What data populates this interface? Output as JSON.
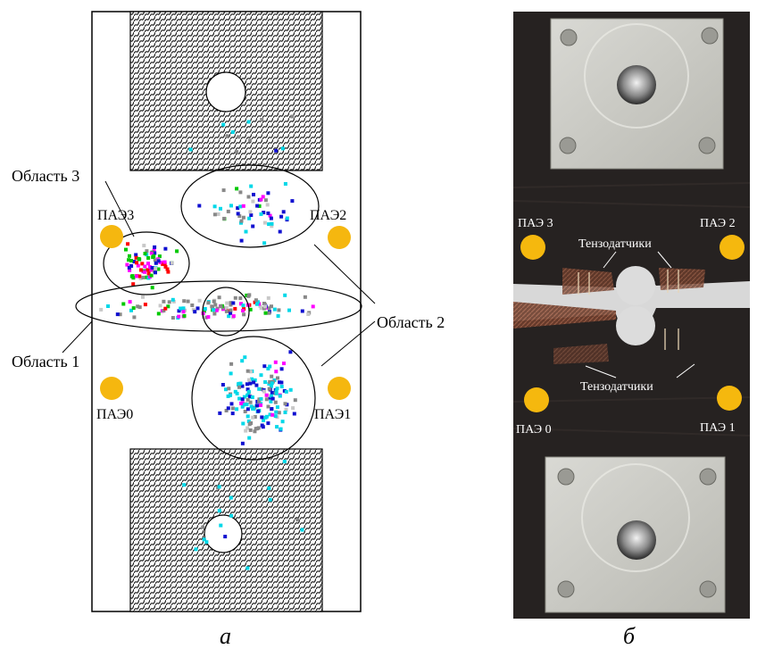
{
  "diagram_a": {
    "region_labels": {
      "area1": "Область 1",
      "area2": "Область 2",
      "area3": "Область 3"
    },
    "sensors": [
      {
        "id": "s3",
        "label": "ПАЭ3"
      },
      {
        "id": "s2",
        "label": "ПАЭ2"
      },
      {
        "id": "s0",
        "label": "ПАЭ0"
      },
      {
        "id": "s1",
        "label": "ПАЭ1"
      }
    ],
    "colors": {
      "sensor": "#f5b70f",
      "hatch": "#303030",
      "event_colors": [
        "#00d8e8",
        "#1010d0",
        "#888888",
        "#ff0000",
        "#00c800",
        "#ff00ff",
        "#c8c8c8"
      ]
    }
  },
  "photo_b": {
    "sensor_labels": {
      "s3": "ПАЭ 3",
      "s2": "ПАЭ 2",
      "s0": "ПАЭ 0",
      "s1": "ПАЭ 1"
    },
    "strain_gauges": [
      "Тензодатчики",
      "Тензодатчики"
    ],
    "colors": {
      "background": "#262221",
      "plate": "#c9c9c2",
      "sensor": "#f5b80e",
      "gap": "#d8d8d8"
    }
  },
  "captions": {
    "a": "а",
    "b": "б"
  }
}
